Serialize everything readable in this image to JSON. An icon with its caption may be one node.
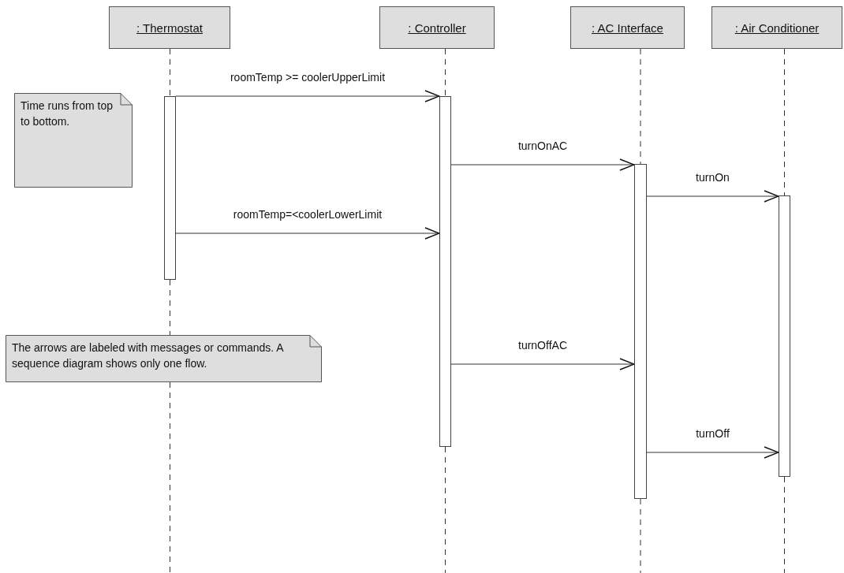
{
  "diagram": {
    "nodes": [
      {
        "text": [
          ": Thermostat"
        ]
      },
      {
        "text": [
          ": Controller"
        ]
      },
      {
        "text": [
          ": AC Interface"
        ]
      },
      {
        "text": [
          ": Air Conditioner"
        ]
      },
      {
        "text": [
          "Time runs from top to bottom."
        ]
      },
      {
        "text": [
          "The arrows are labeled with messages or commands. A sequence diagram shows only one flow."
        ]
      },
      {
        "text": [],
        "shape": "bar"
      },
      {
        "text": [],
        "shape": "bar"
      },
      {
        "text": [],
        "shape": "bar"
      },
      {
        "text": [],
        "shape": "bar"
      }
    ],
    "edges": [
      {
        "from": 6,
        "to": 7,
        "arrow": "to",
        "label": "roomTemp >= coolerUpperLimit"
      },
      {
        "from": 7,
        "to": 8,
        "arrow": "to",
        "label": "turnOnAC"
      },
      {
        "from": 8,
        "to": 9,
        "arrow": "to",
        "label": "turnOn"
      },
      {
        "from": 6,
        "to": 7,
        "arrow": "to",
        "label": "roomTemp=<coolerLowerLimit"
      },
      {
        "from": 7,
        "to": 8,
        "arrow": "to",
        "label": "turnOffAC"
      },
      {
        "from": 8,
        "to": 9,
        "arrow": "to",
        "label": "turnOff"
      },
      {
        "from": 0,
        "to": 6,
        "arrow": "none",
        "style": "dashed"
      },
      {
        "from": 1,
        "to": 7,
        "arrow": "none",
        "style": "dashed"
      },
      {
        "from": 2,
        "to": 8,
        "arrow": "none",
        "style": "dashed"
      },
      {
        "from": 3,
        "to": 9,
        "arrow": "none",
        "style": "dashed"
      },
      {
        "from": 6,
        "to": null,
        "arrow": "none",
        "style": "dashed"
      },
      {
        "from": 7,
        "to": null,
        "arrow": "none",
        "style": "dashed"
      },
      {
        "from": 8,
        "to": null,
        "arrow": "none",
        "style": "dashed"
      },
      {
        "from": 9,
        "to": null,
        "arrow": "none",
        "style": "dashed"
      }
    ]
  }
}
